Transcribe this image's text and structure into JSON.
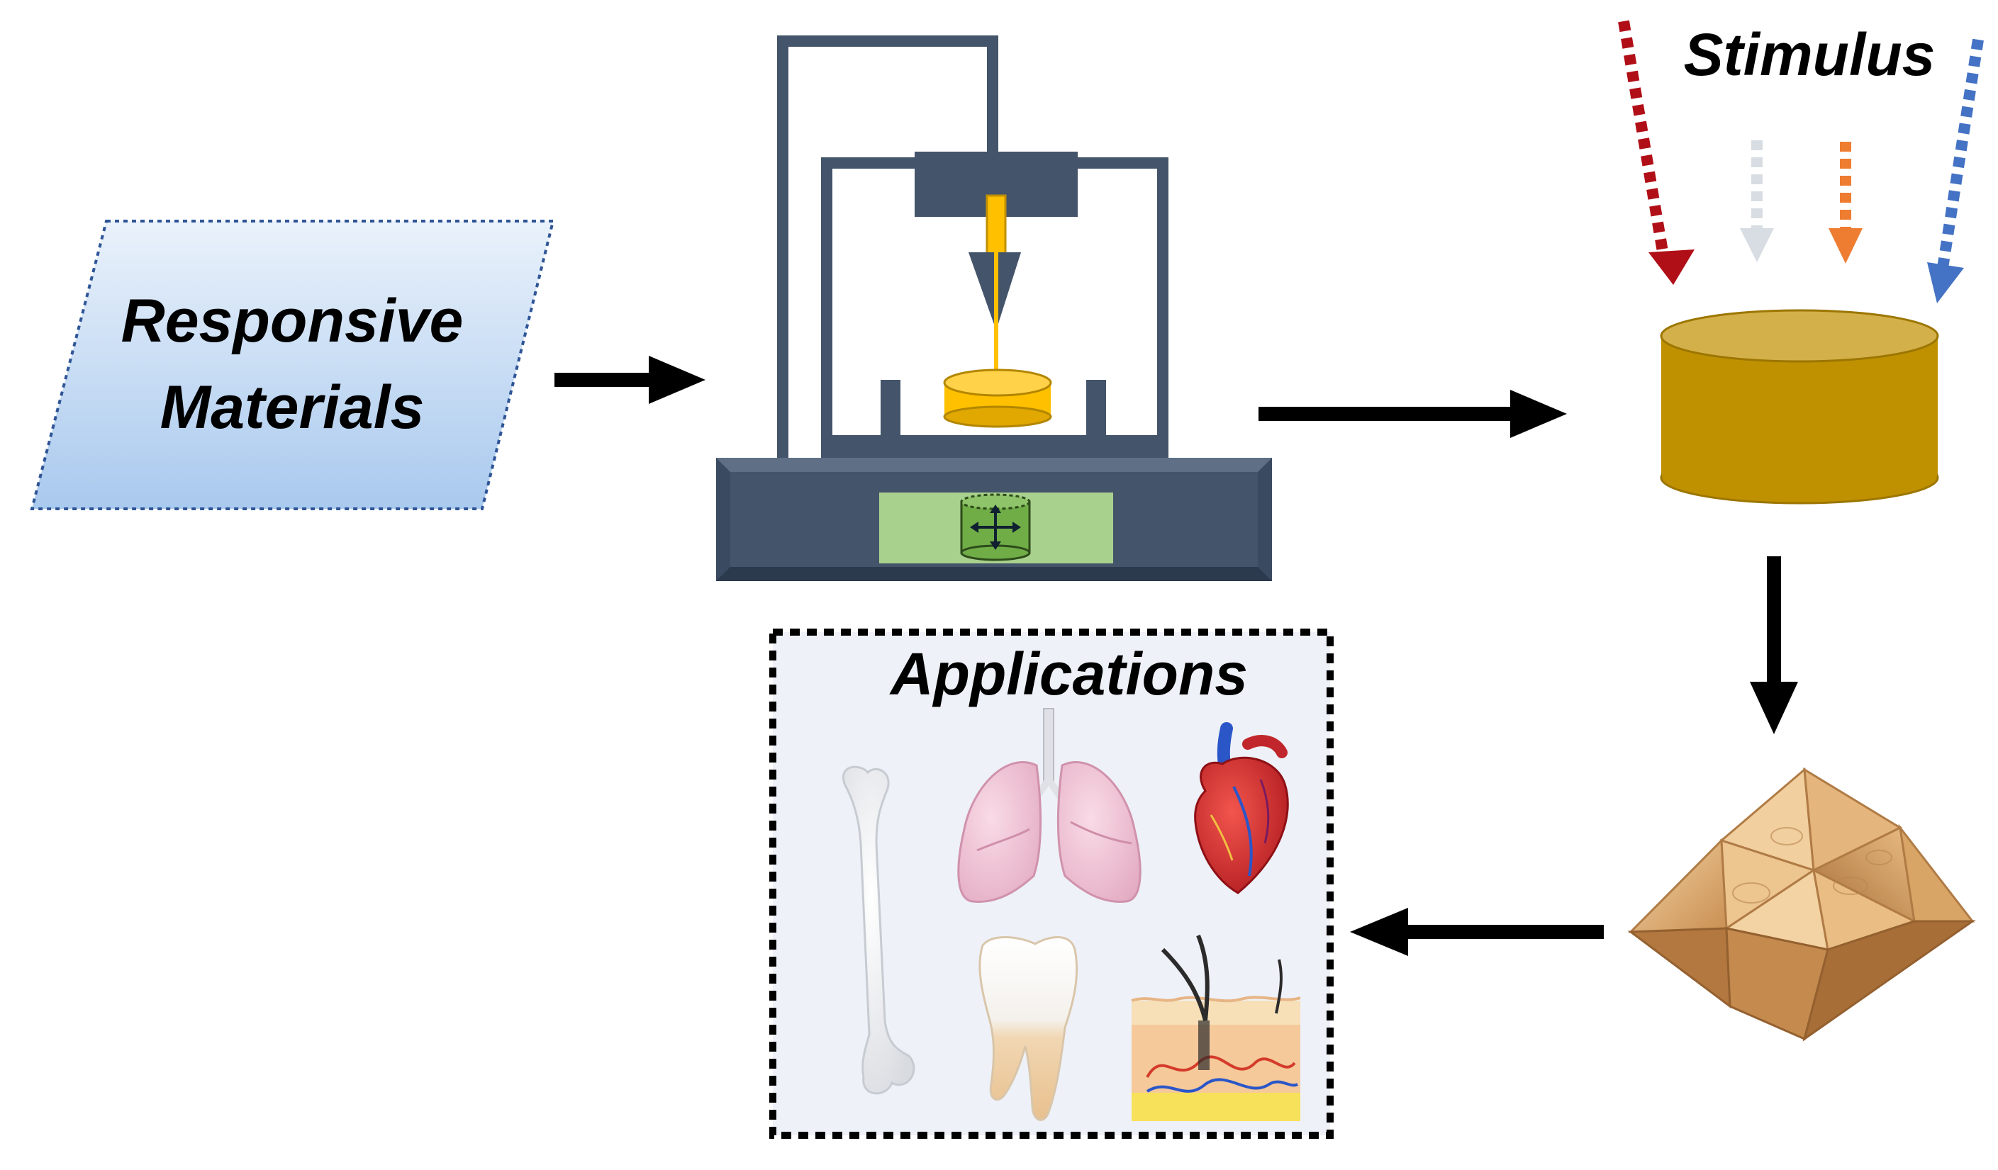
{
  "nodes": {
    "materials": {
      "line1": "Responsive",
      "line2": "Materials"
    },
    "stimulus": {
      "label": "Stimulus"
    },
    "applications": {
      "label": "Applications"
    }
  },
  "flow": [
    "materials",
    "printer",
    "printed-object",
    "transformed-shape",
    "applications"
  ],
  "icons": {
    "printer": "3d-printer-icon",
    "printed_object": "cylinder-icon",
    "transformed_shape": "folded-polyhedron-icon",
    "applications": [
      "bone-icon",
      "lungs-icon",
      "heart-icon",
      "tooth-icon",
      "skin-icon"
    ]
  },
  "colors": {
    "stimulus_arrows": [
      "#b00f17",
      "#d7dde2",
      "#ee7d31",
      "#4472c4"
    ],
    "printer": "#44546a",
    "nozzle": "#ffc000",
    "cylinder": "#bf9000",
    "stage_panel": "#a9d18e",
    "wood": "#d9a566",
    "skin": "#f5c99a"
  }
}
